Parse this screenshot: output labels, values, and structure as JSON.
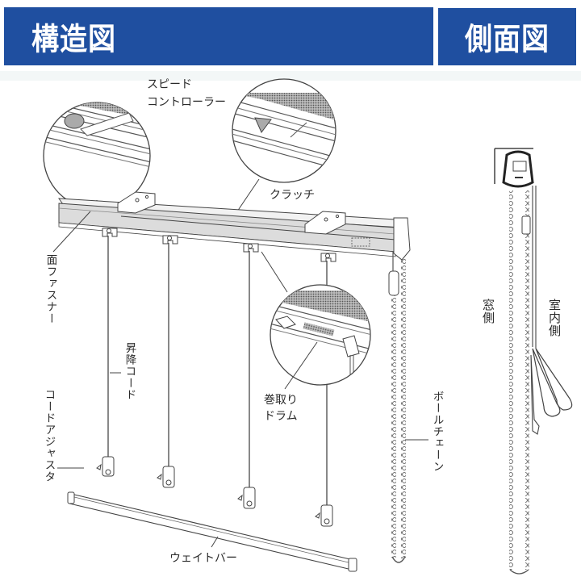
{
  "header": {
    "structure_title": "構造図",
    "side_title": "側面図",
    "bar_color": "#1f4fa0"
  },
  "structure_diagram": {
    "labels": {
      "speed_controller_line1": "スピード",
      "speed_controller_line2": "コントローラー",
      "clutch": "クラッチ",
      "face_fastener": "面ファスナー",
      "lift_cord": "昇降コード",
      "cord_adjuster": "コードアジャスタ",
      "winding_drum_line1": "巻取り",
      "winding_drum_line2": "ドラム",
      "ball_chain": "ボールチェーン",
      "weight_bar": "ウェイトバー"
    },
    "detail_circles": [
      "speed-controller-detail",
      "clutch-detail",
      "winding-drum-detail"
    ],
    "cord_count": 4
  },
  "side_diagram": {
    "labels": {
      "window_side": "窓側",
      "room_side": "室内側"
    }
  }
}
